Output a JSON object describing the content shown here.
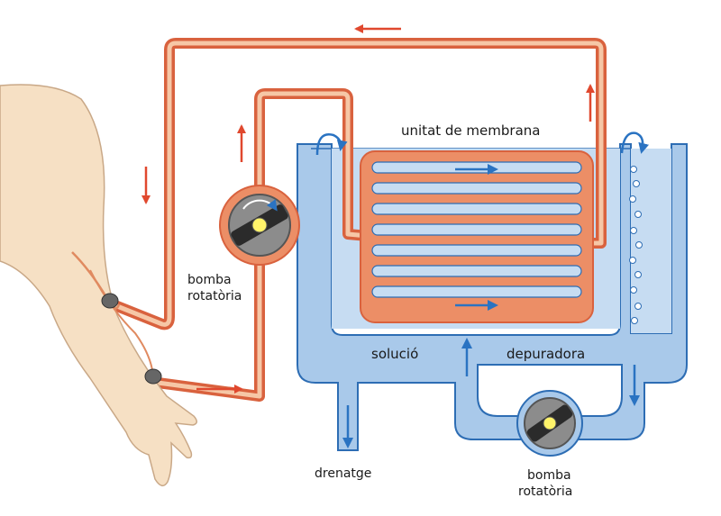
{
  "labels": {
    "membrane_unit": "unitat de membrana",
    "pump_left_line1": "bomba",
    "pump_left_line2": "rotatòria",
    "solution": "solució",
    "purifier": "depuradora",
    "drain": "drenatge",
    "pump_bottom_line1": "bomba",
    "pump_bottom_line2": "rotatòria"
  },
  "colors": {
    "blood": "#e8825a",
    "blood_dark": "#d9623e",
    "blood_light": "#f6c7a6",
    "arrow_red": "#e0482e",
    "fluid": "#a9c9ea",
    "fluid_dark": "#7fa8d8",
    "fluid_line": "#2d6db4",
    "arrow_blue": "#2a73c2",
    "skin": "#f6e0c4",
    "skin_line": "#c9a887",
    "pump_body": "#8c8c8c",
    "pump_hub": "#fff36a"
  }
}
